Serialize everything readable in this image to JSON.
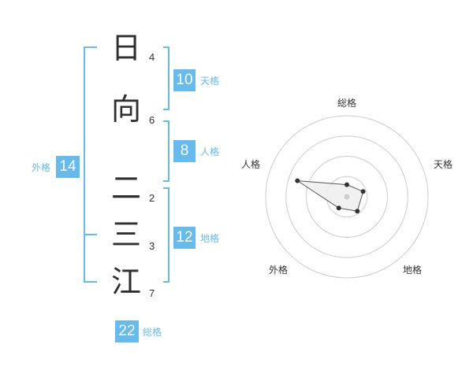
{
  "name": {
    "characters": [
      {
        "char": "日",
        "strokes": "4"
      },
      {
        "char": "向",
        "strokes": "6"
      },
      {
        "char": "二",
        "strokes": "2"
      },
      {
        "char": "三",
        "strokes": "3"
      },
      {
        "char": "江",
        "strokes": "7"
      }
    ]
  },
  "fortunes": {
    "tenkaku": {
      "label": "天格",
      "value": "10"
    },
    "jinkaku": {
      "label": "人格",
      "value": "8"
    },
    "chikaku": {
      "label": "地格",
      "value": "12"
    },
    "gaikaku": {
      "label": "外格",
      "value": "14"
    },
    "soukaku": {
      "label": "総格",
      "value": "22"
    }
  },
  "colors": {
    "accent": "#66bbee",
    "text": "#333333",
    "grid": "#cccccc",
    "fill": "#eeeeee",
    "point": "#333333"
  },
  "chart_data": {
    "type": "radar",
    "axes": [
      "総格",
      "天格",
      "地格",
      "外格",
      "人格"
    ],
    "values": [
      0.15,
      0.21,
      0.22,
      0.17,
      0.64
    ],
    "rings": 4,
    "range": [
      0,
      1
    ]
  }
}
